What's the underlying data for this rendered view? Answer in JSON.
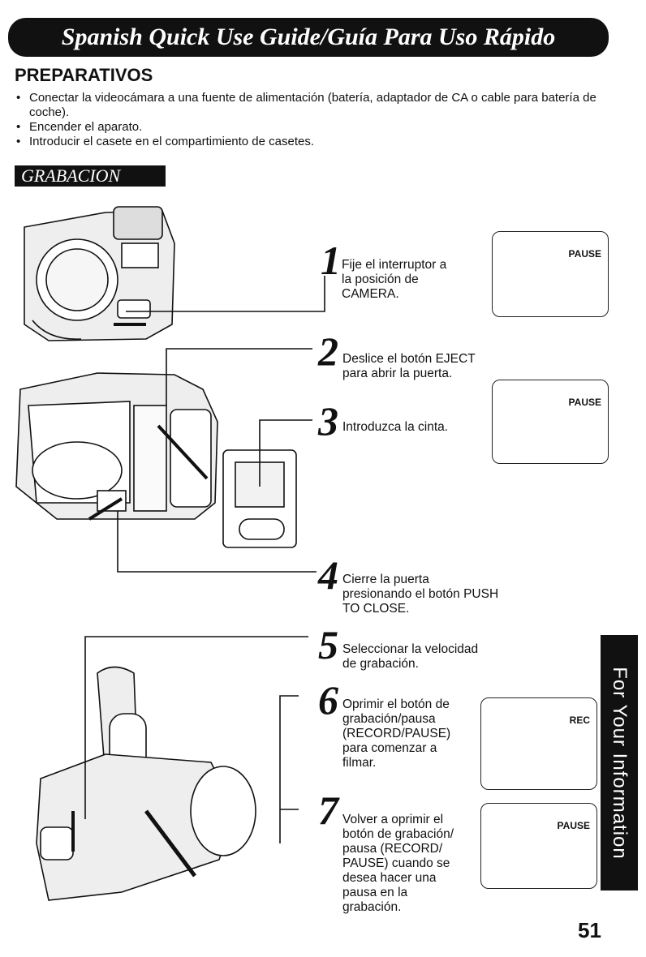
{
  "title": "Spanish Quick Use Guide/Guía Para Uso Rápido",
  "preparativos": {
    "heading": "PREPARATIVOS",
    "items": [
      "Conectar la videocámara a una fuente de alimentación (batería, adaptador de CA o cable para batería de coche).",
      "Encender el aparato.",
      "Introducir el casete en el compartimiento de casetes."
    ]
  },
  "grabacion": {
    "heading": "GRABACION",
    "steps": [
      {
        "num": "1",
        "text": "Fije el interruptor a\nla posición de\nCAMERA."
      },
      {
        "num": "2",
        "text": "Deslice el botón EJECT\npara abrir la puerta."
      },
      {
        "num": "3",
        "text": "Introduzca la cinta."
      },
      {
        "num": "4",
        "text": "Cierre la puerta\npresionando el botón PUSH\nTO CLOSE."
      },
      {
        "num": "5",
        "text": "Seleccionar la velocidad\nde grabación."
      },
      {
        "num": "6",
        "text": "Oprimir el botón de\ngrabación/pausa\n(RECORD/PAUSE)\npara comenzar a\nfilmar."
      },
      {
        "num": "7",
        "text": "Volver a oprimir el\nbotón de grabación/\npausa (RECORD/\nPAUSE) cuando se\ndesea hacer una\npausa en la\ngrabación."
      }
    ],
    "viewfinders": [
      "PAUSE",
      "PAUSE",
      "REC",
      "PAUSE"
    ]
  },
  "side_tab": "For Your Information",
  "page_number": "51"
}
